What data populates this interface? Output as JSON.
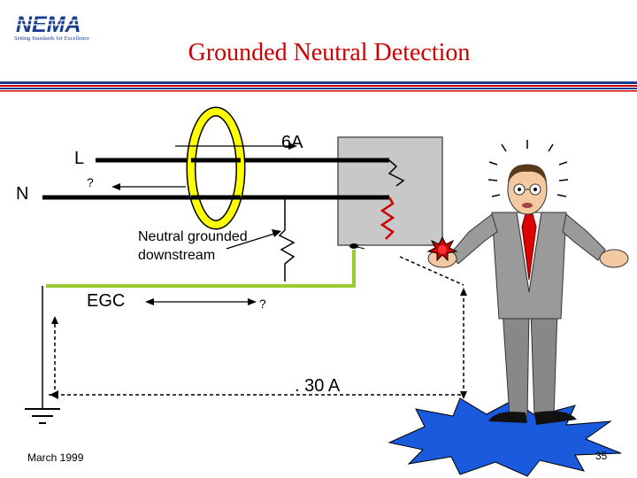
{
  "header": {
    "logo_text": "NEMA",
    "tagline": "Setting Standards for Excellence",
    "title": "Grounded Neutral Detection"
  },
  "diagram": {
    "line_label": "L",
    "neutral_label": "N",
    "sensor_current": "6A",
    "neutral_current_unknown": "?",
    "downstream_note": "Neutral grounded downstream",
    "egc_label": "EGC",
    "egc_current_unknown": "?",
    "ground_current": ". 30 A"
  },
  "colors": {
    "title": "#cc0000",
    "sensor_ring": "#ffff00",
    "egc_wire": "#99cc33",
    "shock_fault": "#cc0000",
    "ground_puddle": "#1a5adc",
    "logo_blue": "#1a3d8f"
  },
  "footer": {
    "date": "March 1999",
    "page_number": "35"
  }
}
